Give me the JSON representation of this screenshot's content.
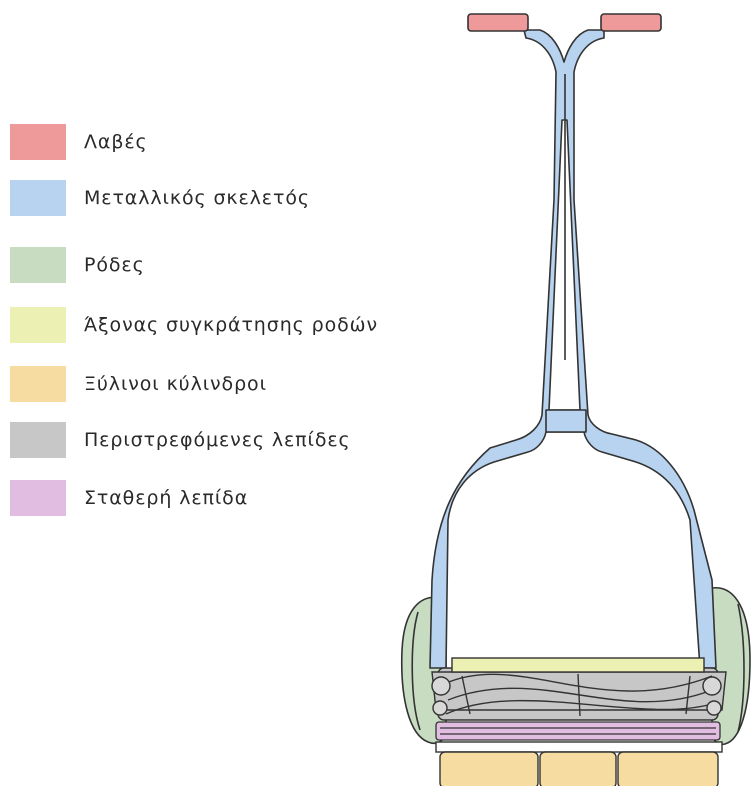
{
  "legend": [
    {
      "label": "Λαβές",
      "color": "#ef9a9a"
    },
    {
      "label": "Μεταλλικός σκελετός",
      "color": "#b7d3f0"
    },
    {
      "label": "Ρόδες",
      "color": "#c7dcc1"
    },
    {
      "label": "Άξονας συγκράτησης ροδών",
      "color": "#ecf0b2"
    },
    {
      "label": "Ξύλινοι κύλινδροι",
      "color": "#f6dca0"
    },
    {
      "label": "Περιστρεφόμενες λεπίδες",
      "color": "#c7c7c7"
    },
    {
      "label": "Σταθερή λεπίδα",
      "color": "#e2bde2"
    }
  ]
}
